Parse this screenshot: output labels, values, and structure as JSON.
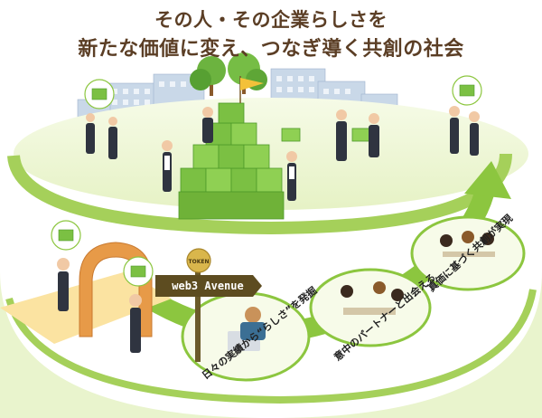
{
  "headline": {
    "line1": "その人・その企業らしさを",
    "line2": "新たな価値に変え、つなぎ導く共創の社会"
  },
  "signpost": {
    "token_label": "TOKEN",
    "avenue_label": "web3 Avenue"
  },
  "stages": [
    {
      "label": "日々の実績から“らしさ”を発掘"
    },
    {
      "label": "意中のパートナーと出会える"
    },
    {
      "label": "真価に基づく共創が実現"
    }
  ],
  "colors": {
    "headline": "#5b3e25",
    "lime": "#8cc63f",
    "pale_green": "#e8f3c8",
    "cube_green": "#7bc043",
    "cube_dark": "#4e9a2a",
    "sign_dark": "#6b5a2a",
    "token_gold": "#d9b64c",
    "path_yellow": "#fbe3a1",
    "arch_brick": "#e79a48",
    "building": "#c7d6e6"
  }
}
